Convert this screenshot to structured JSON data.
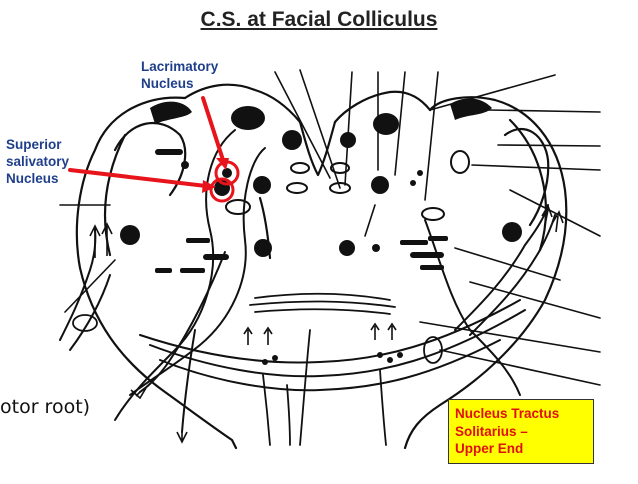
{
  "title": "C.S. at Facial Colliculus",
  "labels": {
    "lacrimatory": [
      "Lacrimatory",
      "Nucleus"
    ],
    "superior_salivatory": [
      "Superior",
      "salivatory",
      "Nucleus"
    ],
    "motor_root": "otor root)",
    "nucleus_tractus_solitarius": [
      "Nucleus Tractus",
      "Solitarius –",
      "Upper End"
    ]
  },
  "colors": {
    "label_text": "#1f3f8a",
    "arrow": "#e8141c",
    "highlight_box": "#ffff00",
    "highlight_text": "#e01010",
    "ink": "#111111"
  }
}
